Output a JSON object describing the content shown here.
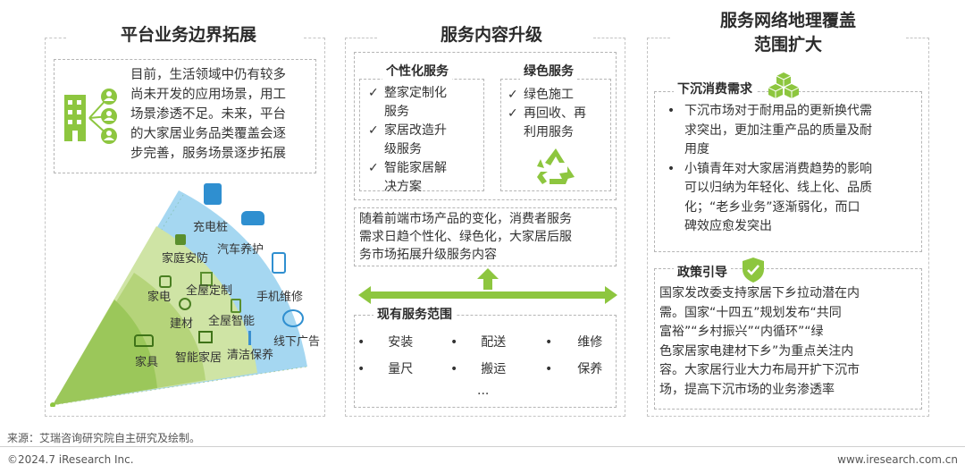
{
  "colors": {
    "green": "#8dc63f",
    "blue": "#5bb7e6",
    "gray_text": "#333333"
  },
  "col1": {
    "title": "平台业务边界拓展",
    "desc_lines": [
      "目前，生活领域中仍有较多",
      "尚未开发的应用场景，用工",
      "场景渗透不足。未来，平台",
      "的大家居业务品类覆盖会逐",
      "步完善，服务场景逐步拓展"
    ],
    "fan_labels": {
      "charging": "充电桩",
      "car_care": "汽车养护",
      "phone_repair": "手机维修",
      "offline_ads": "线下广告",
      "home_security": "家庭安防",
      "whole_custom": "全屋定制",
      "whole_smart": "全屋智能",
      "cleaning": "清洁保养",
      "appliance": "家电",
      "building": "建材",
      "smart_home": "智能家居",
      "furniture": "家具"
    }
  },
  "col2": {
    "title": "服务内容升级",
    "personal": {
      "title": "个性化服务",
      "items": [
        [
          "整家定制化",
          "服务"
        ],
        [
          "家居改造升",
          "级服务"
        ],
        [
          "智能家居解",
          "决方案"
        ]
      ]
    },
    "green": {
      "title": "绿色服务",
      "items": [
        [
          "绿色施工"
        ],
        [
          "再回收、再",
          "利用服务"
        ]
      ]
    },
    "desc_lines": [
      "随着前端市场产品的变化，消费者服务",
      "需求日趋个性化、绿色化，大家居后服",
      "务市场拓展升级服务内容"
    ],
    "current": {
      "title": "现有服务范围",
      "items": [
        "安装",
        "配送",
        "维修",
        "量尺",
        "搬运",
        "保养"
      ],
      "more": "..."
    }
  },
  "col3": {
    "title_lines": [
      "服务网络地理覆盖",
      "范围扩大"
    ],
    "demand": {
      "title": "下沉消费需求",
      "bullets": [
        [
          "下沉市场对于耐用品的更新换代需",
          "求突出，更加注重产品的质量及耐",
          "用度"
        ],
        [
          "小镇青年对大家居消费趋势的影响",
          "可以归纳为年轻化、线上化、品质",
          "化；“老乡业务”逐渐弱化，而口",
          "碑效应愈发突出"
        ]
      ]
    },
    "policy": {
      "title": "政策引导",
      "lines": [
        "国家发改委支持家居下乡拉动潜在内",
        "需。国家“十四五”规划发布“共同",
        "富裕”“乡村振兴”“内循环”“绿",
        "色家居家电建材下乡”为重点关注内",
        "容。大家居行业大力布局开扩下沉市",
        "场，提高下沉市场的业务渗透率"
      ]
    }
  },
  "footer": {
    "source": "来源：艾瑞咨询研究院自主研究及绘制。",
    "copyright": "©2024.7 iResearch Inc.",
    "url": "www.iresearch.com.cn"
  },
  "glyphs": {
    "check": "✓",
    "bullet": "•"
  }
}
